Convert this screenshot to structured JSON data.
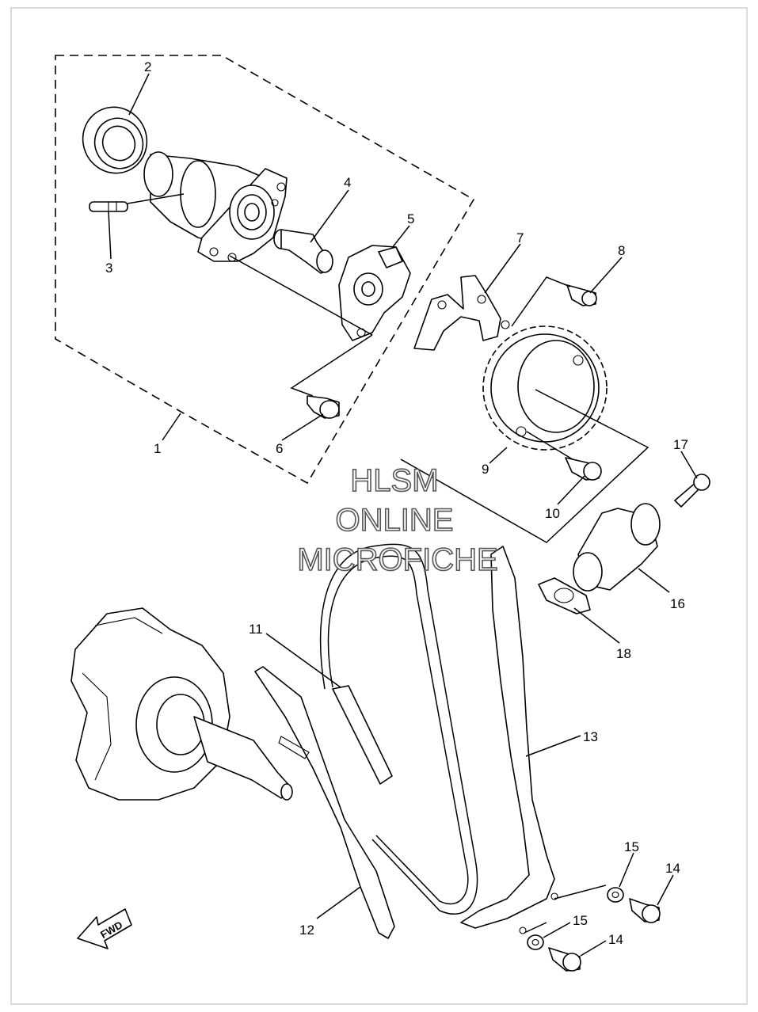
{
  "watermark": {
    "line1": "HLSM",
    "line2": "ONLINE",
    "line3": "MICROFICHE"
  },
  "fwd_label": "FWD",
  "callouts": [
    {
      "id": "1",
      "text": "1"
    },
    {
      "id": "2",
      "text": "2"
    },
    {
      "id": "3",
      "text": "3"
    },
    {
      "id": "4",
      "text": "4"
    },
    {
      "id": "5",
      "text": "5"
    },
    {
      "id": "6",
      "text": "6"
    },
    {
      "id": "7",
      "text": "7"
    },
    {
      "id": "8",
      "text": "8"
    },
    {
      "id": "9",
      "text": "9"
    },
    {
      "id": "10",
      "text": "10"
    },
    {
      "id": "11",
      "text": "11"
    },
    {
      "id": "12",
      "text": "12"
    },
    {
      "id": "13",
      "text": "13"
    },
    {
      "id": "14a",
      "text": "14"
    },
    {
      "id": "14b",
      "text": "14"
    },
    {
      "id": "15a",
      "text": "15"
    },
    {
      "id": "15b",
      "text": "15"
    },
    {
      "id": "16",
      "text": "16"
    },
    {
      "id": "17",
      "text": "17"
    },
    {
      "id": "18",
      "text": "18"
    }
  ]
}
